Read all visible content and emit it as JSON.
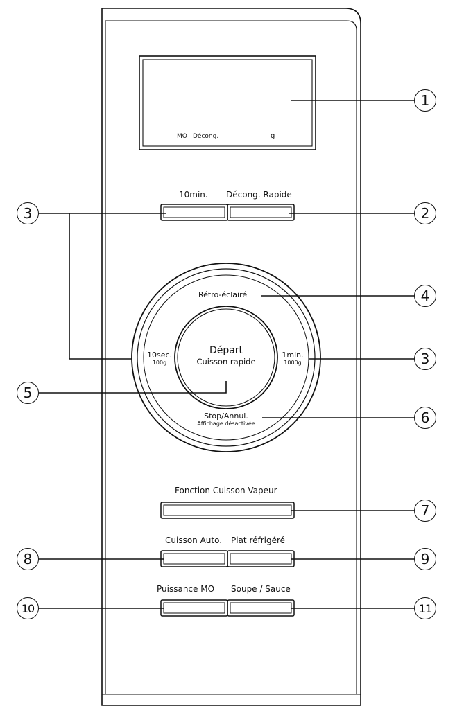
{
  "display": {
    "mode_label": "MO",
    "defrost_label": "Décong.",
    "unit_label": "g"
  },
  "buttons": {
    "ten_min": "10min.",
    "quick_defrost": "Décong. Rapide",
    "steam_function": "Fonction Cuisson Vapeur",
    "auto_cook": "Cuisson Auto.",
    "chilled_dish": "Plat réfrigéré",
    "power": "Puissance MO",
    "soup_sauce": "Soupe / Sauce"
  },
  "dial": {
    "backlit": "Rétro-éclairé",
    "left_main": "10sec.",
    "left_sub": "100g",
    "right_main": "1min.",
    "right_sub": "1000g",
    "stop_main": "Stop/Annul.",
    "stop_sub": "Affichage désactivée",
    "start_main": "Départ",
    "start_sub": "Cuisson rapide"
  },
  "callouts": {
    "c1": "1",
    "c2": "2",
    "c3_left": "3",
    "c3_right": "3",
    "c4": "4",
    "c5": "5",
    "c6": "6",
    "c7": "7",
    "c8": "8",
    "c9": "9",
    "c10": "10",
    "c11": "11"
  }
}
